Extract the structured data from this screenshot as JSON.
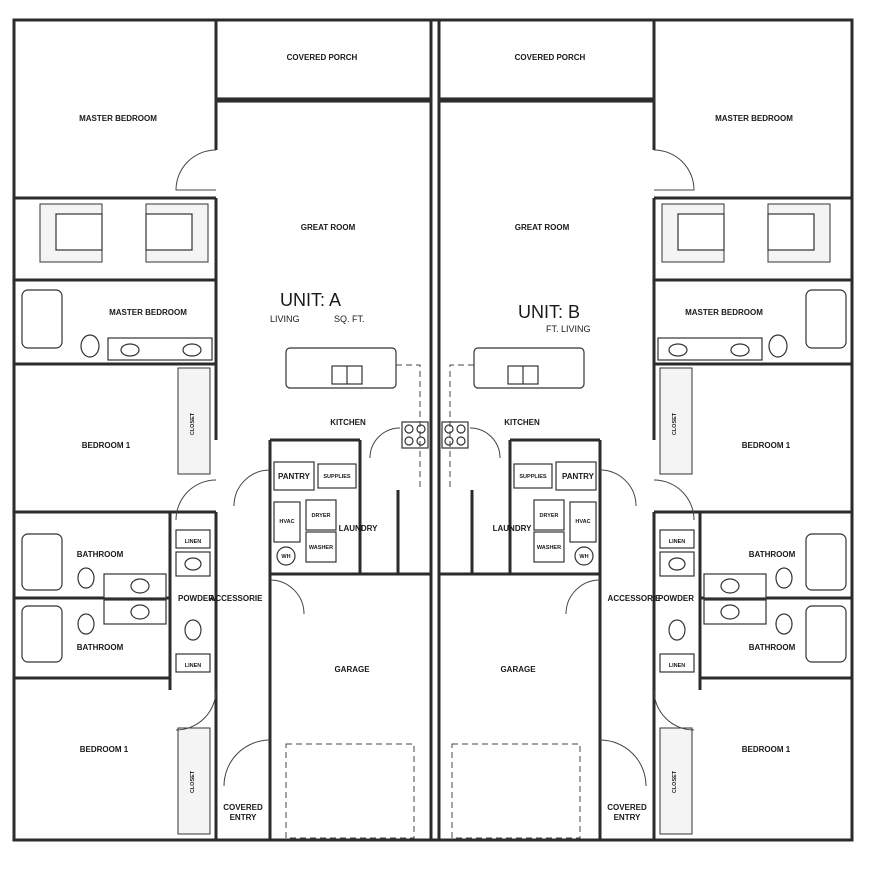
{
  "units": {
    "a": {
      "title": "UNIT: A",
      "living_label": "LIVING",
      "sqft_label": "SQ. FT."
    },
    "b": {
      "title": "UNIT: B",
      "living_label": "FT. LIVING"
    }
  },
  "rooms": {
    "a": {
      "covered_porch": "COVERED PORCH",
      "master_bedroom": "MASTER BEDROOM",
      "great_room": "GREAT ROOM",
      "master_bathroom": "MASTER BEDROOM",
      "bedroom_upper": "BEDROOM 1",
      "closet_upper": "CLOSET",
      "kitchen": "KITCHEN",
      "pantry": "PANTRY",
      "supplies": "SUPPLIES",
      "hvac": "HVAC",
      "laundry": "LAUNDRY",
      "linen_upper": "LINEN",
      "linen_lower": "LINEN",
      "bathroom_upper": "BATHROOM",
      "bathroom_lower": "BATHROOM",
      "powder": "POWDER",
      "accessorie": "ACCESSORIE",
      "garage": "GARAGE",
      "bedroom_lower": "BEDROOM 1",
      "closet_lower": "CLOSET",
      "covered_entry_1": "COVERED",
      "covered_entry_2": "ENTRY",
      "wh": "WH",
      "dryer": "DRYER",
      "washer": "WASHER"
    },
    "b": {
      "covered_porch": "COVERED PORCH",
      "master_bedroom": "MASTER BEDROOM",
      "great_room": "GREAT ROOM",
      "master_bathroom": "MASTER BEDROOM",
      "bedroom_upper": "BEDROOM 1",
      "closet_upper": "CLOSET",
      "kitchen": "KITCHEN",
      "pantry": "PANTRY",
      "supplies": "SUPPLIES",
      "hvac": "HVAC",
      "laundry": "LAUNDRY",
      "linen_upper": "LINEN",
      "linen_lower": "LINEN",
      "bathroom_upper": "BATHROOM",
      "bathroom_lower": "BATHROOM",
      "powder": "POWDER",
      "accessorie": "ACCESSORIE",
      "garage": "GARAGE",
      "bedroom_lower": "BEDROOM 1",
      "closet_lower": "CLOSET",
      "covered_entry_1": "COVERED",
      "covered_entry_2": "ENTRY",
      "wh": "WH",
      "dryer": "DRYER",
      "washer": "WASHER"
    }
  }
}
